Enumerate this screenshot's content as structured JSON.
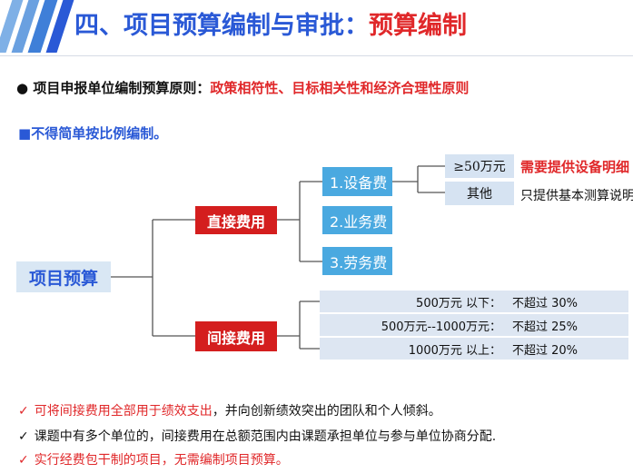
{
  "header": {
    "title_main": "四、项目预算编制与审批：",
    "title_accent": "预算编制"
  },
  "principle": {
    "bullet": "●",
    "label": "项目申报单位编制预算原则：",
    "value": "政策相符性、目标相关性和经济合理性原则"
  },
  "note": {
    "bullet": "■",
    "text": "不得简单按比例编制。"
  },
  "tree": {
    "root": "项目预算",
    "direct": "直接费用",
    "indirect": "间接费用",
    "direct_items": [
      "1.设备费",
      "2.业务费",
      "3.劳务费"
    ],
    "equipment_rules": [
      {
        "condition": "≥50万元",
        "requirement": "需要提供设备明细"
      },
      {
        "condition": "其他",
        "requirement": "只提供基本测算说明"
      }
    ],
    "indirect_rules": [
      {
        "range": "500万元 以下：",
        "limit": "不超过  30%"
      },
      {
        "range": "500万元--1000万元：",
        "limit": "不超过  25%"
      },
      {
        "range": "1000万元  以上：",
        "limit": "不超过  20%"
      }
    ]
  },
  "bullets": [
    {
      "check": "✓",
      "text": "可将间接费用全部用于绩效支出",
      "rest": "，并向创新绩效突出的团队和个人倾斜。"
    },
    {
      "check": "✓",
      "text": "课题中有多个单位的，间接费用在总额范围内由课题承担单位与参与单位协商分配.",
      "rest": ""
    },
    {
      "check": "✓",
      "text": "实行经费包干制的项目，无需编制项目预算。",
      "rest": ""
    }
  ],
  "colors": {
    "title_blue": "#2a59d6",
    "accent_red": "#e0282a",
    "box_blue": "#4aa9e0",
    "box_red": "#d41e1e",
    "cell_bg": "#dde6f2"
  }
}
